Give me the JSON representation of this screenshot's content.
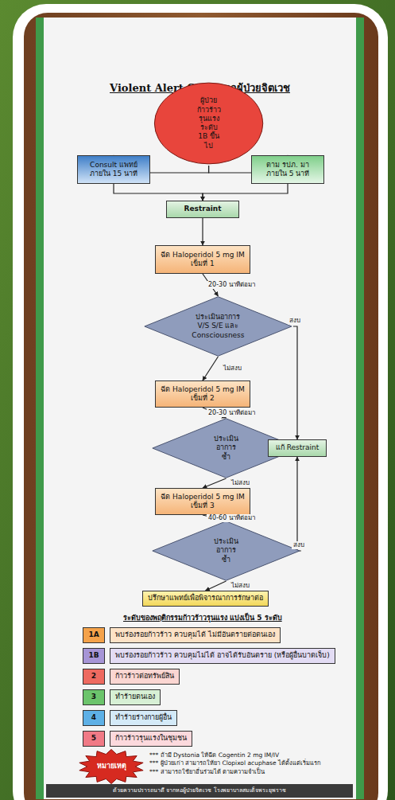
{
  "diagram": {
    "title": "Violent Alert Chart หอผู้ป่วยจิตเวช",
    "nodes": [
      {
        "text": [
          "ผู้ป่วยก้าวร้าวรุนแรง ระดับ 1B ขึ้นไป"
        ]
      },
      {
        "text": [
          "Consult แพทย์ ภายใน 15 นาที"
        ]
      },
      {
        "text": [
          "ตาม รปภ. มา ภายใน 5 นาที"
        ]
      },
      {
        "text": [
          "Restraint"
        ]
      },
      {
        "text": [
          "ฉีด Haloperidol 5 mg IM เข็มที่ 1"
        ]
      },
      {
        "text": [
          "ประเมินอาการ V/S S/E และ Consciousness"
        ]
      },
      {
        "text": [
          "ฉีด Haloperidol 5 mg IM เข็มที่ 2"
        ]
      },
      {
        "text": [
          "ประเมินอาการ ซ้ำ"
        ]
      },
      {
        "text": [
          "แก้ Restraint"
        ]
      },
      {
        "text": [
          "ฉีด Haloperidol 5 mg IM เข็มที่ 3"
        ]
      },
      {
        "text": [
          "ประเมินอาการ ซ้ำ"
        ]
      },
      {
        "text": [
          "ปรึกษาแพทย์เพื่อพิจารณาการรักษาต่อ"
        ]
      },
      {
        "text": [
          "1A"
        ]
      },
      {
        "text": [
          "พบร่องรอยก้าวร้าว ควบคุมได้ ไม่มีอันตรายต่อตนเอง"
        ]
      },
      {
        "text": [
          "1B"
        ]
      },
      {
        "text": [
          "พบร่องรอยก้าวร้าว ควบคุมไม่ได้ อาจได้รับอันตราย (หรือผู้อื่นบาดเจ็บ)"
        ]
      },
      {
        "text": [
          "2"
        ]
      },
      {
        "text": [
          "ก้าวร้าวต่อทรัพย์สิน"
        ]
      },
      {
        "text": [
          "3"
        ]
      },
      {
        "text": [
          "ทำร้ายตนเอง"
        ]
      },
      {
        "text": [
          "4"
        ]
      },
      {
        "text": [
          "ทำร้ายร่างกายผู้อื่น"
        ]
      },
      {
        "text": [
          "5"
        ]
      },
      {
        "text": [
          "ก้าวร้าวรุนแรงในชุมชน"
        ]
      },
      {
        "text": [
          "หมายเหตุ"
        ]
      },
      {
        "text": [
          "ด้วยความปรารถนาดี จากหอผู้ป่วยจิตเวช โรงพยาบาลสมเด็จพระยุพราช"
        ]
      }
    ],
    "edges": [
      {
        "from": 0,
        "to": 1,
        "arrow": "to"
      },
      {
        "from": 0,
        "to": 2,
        "arrow": "to"
      },
      {
        "from": 1,
        "to": 3,
        "arrow": "to"
      },
      {
        "from": 2,
        "to": 3,
        "arrow": "to"
      },
      {
        "from": 3,
        "to": 4,
        "arrow": "to"
      },
      {
        "from": 4,
        "to": 5,
        "label": "20-30 นาทีต่อมา",
        "arrow": "to"
      },
      {
        "from": 5,
        "to": 6,
        "label": "ไม่สงบ",
        "arrow": "to"
      },
      {
        "from": 5,
        "to": 8,
        "label": "สงบ",
        "arrow": "to"
      },
      {
        "from": 6,
        "to": 7,
        "label": "20-30 นาทีต่อมา",
        "arrow": "to"
      },
      {
        "from": 7,
        "to": 8,
        "arrow": "to"
      },
      {
        "from": 7,
        "to": 9,
        "label": "ไม่สงบ",
        "arrow": "to"
      },
      {
        "from": 9,
        "to": 10,
        "label": "40-60 นาทีต่อมา",
        "arrow": "to"
      },
      {
        "from": 10,
        "to": 8,
        "label": "สงบ",
        "arrow": "to"
      },
      {
        "from": 10,
        "to": 11,
        "label": "ไม่สงบ",
        "arrow": "to"
      }
    ],
    "labels": [
      "ระดับของพฤติกรรมก้าวร้าวรุนแรง แบ่งเป็น 5 ระดับ",
      "*** ถ้ามี Dystonia ให้ฉีด Cogentin 2 mg IM/IV",
      "*** ผู้ป่วยเก่า สามารถให้ยา Clopixol acuphase ได้ตั้งแต่เริ่มแรก",
      "*** สามารถใช้ยาอื่นร่วมได้ ตามความจำเป็น"
    ]
  }
}
